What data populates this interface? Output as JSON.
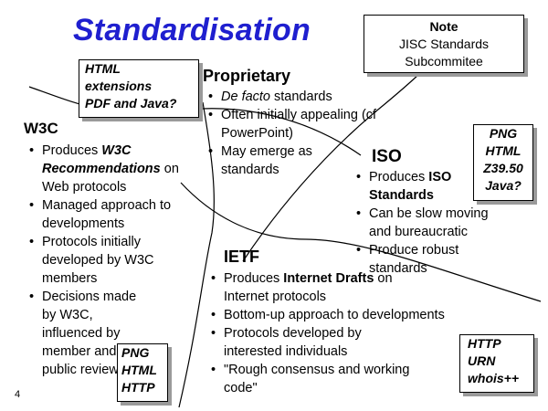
{
  "slide": {
    "title": "Standardisation",
    "page_number": "4"
  },
  "note": {
    "heading": "Note",
    "lines": [
      "JISC Standards",
      "Subcommitee"
    ]
  },
  "boxes": {
    "html_box": [
      "HTML",
      "extensions",
      "PDF and Java?"
    ],
    "w3c_box": [
      "PNG",
      "HTML",
      "HTTP"
    ],
    "iso_box": [
      "PNG",
      "HTML",
      "Z39.50",
      "Java?"
    ],
    "ietf_box": [
      "HTTP",
      "URN",
      "whois++"
    ]
  },
  "sections": {
    "w3c": {
      "heading": "W3C",
      "items": [
        {
          "pre": "Produces ",
          "em": "W3C Recommendations",
          "post": " on Web protocols"
        },
        {
          "pre": "Managed approach to developments",
          "em": "",
          "post": ""
        },
        {
          "pre": "Protocols initially developed by W3C members",
          "em": "",
          "post": ""
        },
        {
          "pre": "Decisions made by W3C, influenced by member and public review",
          "em": "",
          "post": ""
        }
      ]
    },
    "proprietary": {
      "heading": "Proprietary",
      "items": [
        {
          "pre": "",
          "em": "De facto",
          "post": " standards"
        },
        {
          "pre": "Often initially appealing (cf PowerPoint)",
          "em": "",
          "post": ""
        },
        {
          "pre": "May emerge as standards",
          "em": "",
          "post": ""
        }
      ]
    },
    "iso": {
      "heading": "ISO",
      "items": [
        {
          "pre": "Produces ",
          "em": "ISO Standards",
          "post": ""
        },
        {
          "pre": "Can be slow moving and bureaucratic",
          "em": "",
          "post": ""
        },
        {
          "pre": "Produce robust standards",
          "em": "",
          "post": ""
        }
      ]
    },
    "ietf": {
      "heading": "IETF",
      "items": [
        {
          "pre": "Produces ",
          "em": "Internet Drafts",
          "post": " on Internet protocols"
        },
        {
          "pre": "Bottom-up approach to developments",
          "em": "",
          "post": ""
        },
        {
          "pre": "Protocols developed by interested individuals",
          "em": "",
          "post": ""
        },
        {
          "pre": "\"Rough consensus and working code\"",
          "em": "",
          "post": ""
        }
      ]
    }
  }
}
